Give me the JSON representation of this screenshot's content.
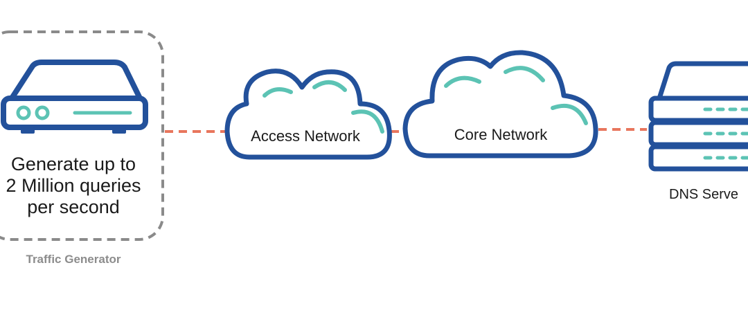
{
  "traffic_generator": {
    "description_lines": [
      "Generate up to",
      "2 Million queries",
      "per second"
    ],
    "caption": "Traffic Generator"
  },
  "access_network": {
    "label": "Access Network"
  },
  "core_network": {
    "label": "Core Network"
  },
  "dns_server": {
    "label": "DNS Serve"
  },
  "colors": {
    "outline_blue": "#23519b",
    "accent_teal": "#5cc3b4",
    "link_orange": "#e8765d",
    "dashed_gray": "#8a8a8a",
    "caption_gray": "#8c8c8c"
  }
}
